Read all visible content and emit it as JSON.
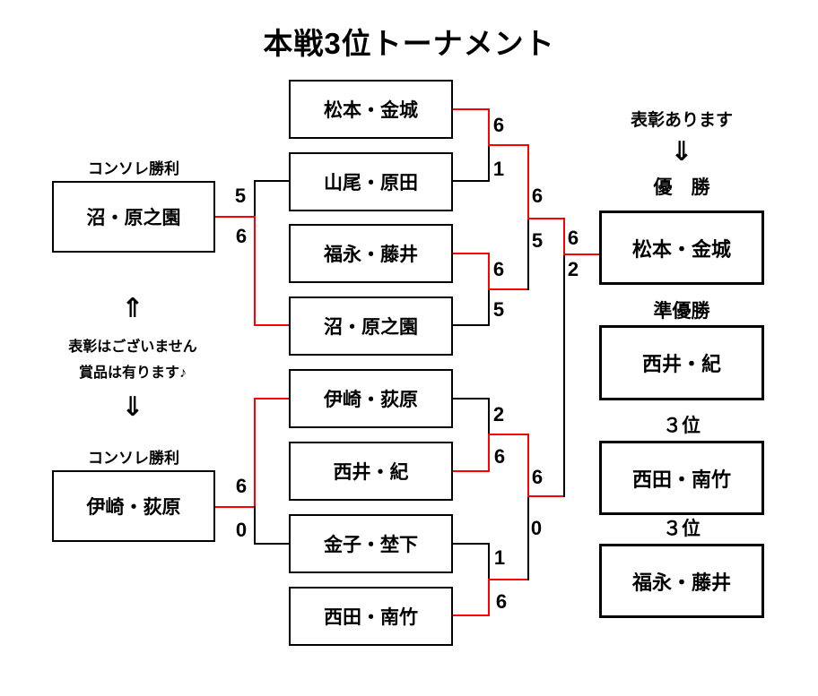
{
  "title": "本戦3位トーナメント",
  "colors": {
    "winner_path": "#ff0000",
    "line": "#000000"
  },
  "teams": {
    "m1t": "松本・金城",
    "m1b": "山尾・原田",
    "m2t": "福永・藤井",
    "m2b": "沼・原之園",
    "m3t": "伊崎・荻原",
    "m3b": "西井・紀",
    "m4t": "金子・埜下",
    "m4b": "西田・南竹"
  },
  "scores": {
    "m1t": "6",
    "m1b": "1",
    "m2t": "6",
    "m2b": "5",
    "m3t": "2",
    "m3b": "6",
    "m4t": "1",
    "m4b": "6",
    "sf1t": "6",
    "sf1b": "5",
    "sf2t": "6",
    "sf2b": "0",
    "ft": "6",
    "fb": "2",
    "c1t": "5",
    "c1b": "6",
    "c2t": "6",
    "c2b": "0"
  },
  "consolation": {
    "top_label": "コンソレ勝利",
    "top_winner": "沼・原之園",
    "bottom_label": "コンソレ勝利",
    "bottom_winner": "伊崎・荻原",
    "up_arrow": "⇑",
    "note1": "表彰はございません",
    "note2": "賞品は有ります♪",
    "down_arrow": "⇓"
  },
  "results": {
    "header": "表彰あります",
    "arrow": "⇓",
    "first_label": "優　勝",
    "first": "松本・金城",
    "second_label": "準優勝",
    "second": "西井・紀",
    "third1_label": "３位",
    "third1": "西田・南竹",
    "third2_label": "３位",
    "third2": "福永・藤井"
  }
}
